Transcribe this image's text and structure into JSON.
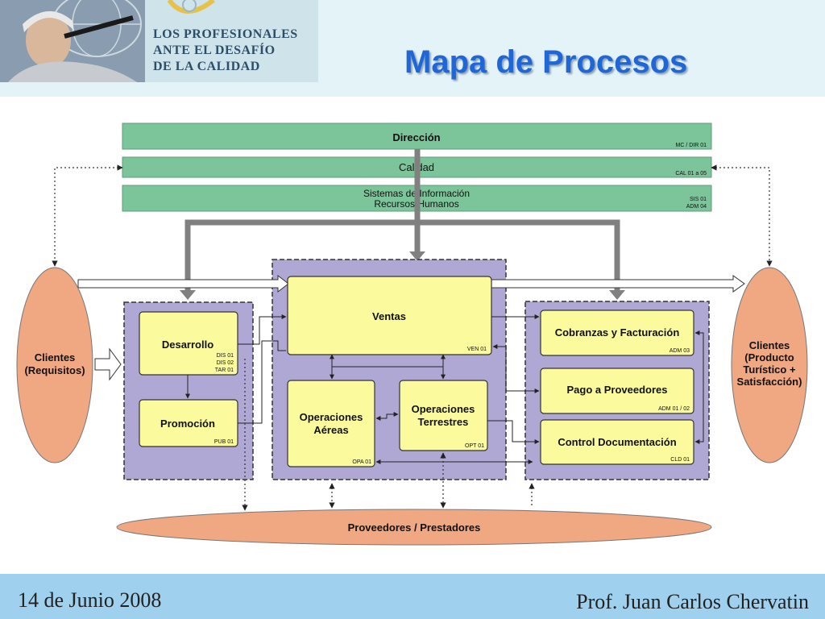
{
  "header": {
    "logo_lines": [
      "LOS PROFESIONALES",
      "ANTE EL DESAFÍO",
      "DE LA CALIDAD"
    ],
    "title": "Mapa de Procesos"
  },
  "diagram": {
    "strategic": [
      {
        "label": "Dirección",
        "code": "MC / DIR 01"
      },
      {
        "label": "Calidad",
        "code": "CAL 01 a 05"
      },
      {
        "label_lines": [
          "Sistemas de Información",
          "Recursos Humanos"
        ],
        "code_lines": [
          "SIS 01",
          "ADM 04"
        ]
      }
    ],
    "clients_in": [
      "Clientes",
      "(Requisitos)"
    ],
    "clients_out": [
      "Clientes",
      "(Producto",
      "Turístico +",
      "Satisfacción)"
    ],
    "suppliers": "Proveedores / Prestadores",
    "boxes": {
      "desarrollo": {
        "label": "Desarrollo",
        "codes": [
          "DIS 01",
          "DIS 02",
          "TAR 01"
        ]
      },
      "promocion": {
        "label": "Promoción",
        "code": "PUB 01"
      },
      "ventas": {
        "label": "Ventas",
        "code": "VEN 01"
      },
      "op_aereas": {
        "label_lines": [
          "Operaciones",
          "Aéreas"
        ],
        "code": "OPA 01"
      },
      "op_terrestres": {
        "label_lines": [
          "Operaciones",
          "Terrestres"
        ],
        "code": "OPT 01"
      },
      "cobranzas": {
        "label": "Cobranzas y Facturación",
        "code": "ADM 03"
      },
      "pago": {
        "label": "Pago a Proveedores",
        "code": "ADM 01 / 02"
      },
      "control": {
        "label": "Control Documentación",
        "code": "CLD 01"
      }
    },
    "colors": {
      "strategic_bar": "#7cc49a",
      "group_bg": "#b0a8d4",
      "process_box": "#fbfb9e",
      "ellipse": "#f0a882",
      "title_blue": "#1f66d6",
      "header_bg": "#e3f3f8",
      "footer_bg": "#9fd0ee"
    }
  },
  "footer": {
    "date": "14 de Junio 2008",
    "author": "Prof. Juan Carlos Chervatin"
  }
}
